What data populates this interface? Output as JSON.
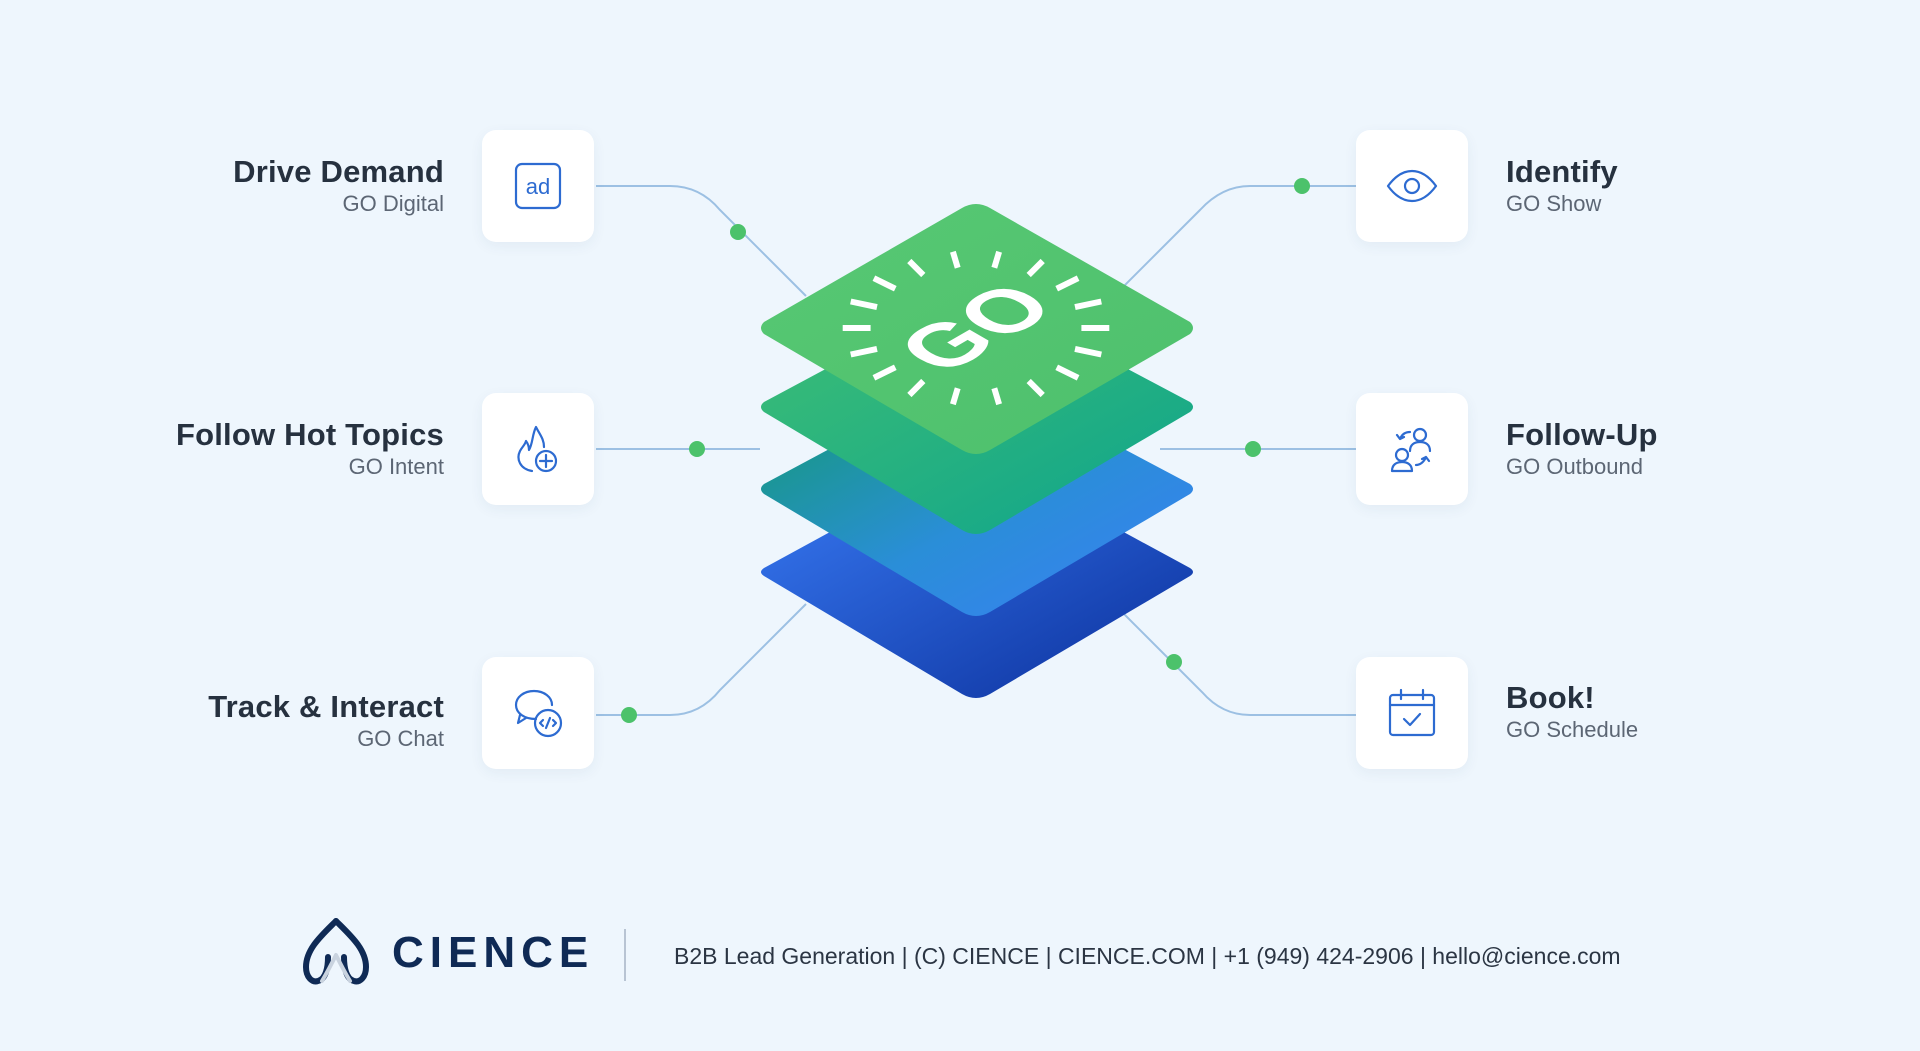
{
  "center": {
    "logo_text": "GO",
    "layer_colors": [
      "#0b2f9a",
      "#2f7ff5",
      "#16a085",
      "#4fc66f"
    ]
  },
  "colors": {
    "connector_line": "#9cc0e3",
    "connector_dot": "#4cc26b",
    "icon_stroke": "#2d6bd1",
    "title_text": "#26313f",
    "subtitle_text": "#5c6674"
  },
  "nodes": [
    {
      "title": "Drive Demand",
      "subtitle": "GO Digital",
      "icon": "ad-icon"
    },
    {
      "title": "Follow Hot Topics",
      "subtitle": "GO Intent",
      "icon": "flame-plus-icon"
    },
    {
      "title": "Track & Interact",
      "subtitle": "GO Chat",
      "icon": "chat-code-icon"
    },
    {
      "title": "Identify",
      "subtitle": "GO Show",
      "icon": "eye-icon"
    },
    {
      "title": "Follow-Up",
      "subtitle": "GO Outbound",
      "icon": "users-exchange-icon"
    },
    {
      "title": "Book!",
      "subtitle": "GO Schedule",
      "icon": "calendar-check-icon"
    }
  ],
  "footer": {
    "brand": "CIENCE",
    "logo_icon": "cience-logo-icon",
    "info": "B2B Lead Generation | (C) CIENCE | CIENCE.COM | +1 (949) 424-2906 | hello@cience.com"
  }
}
